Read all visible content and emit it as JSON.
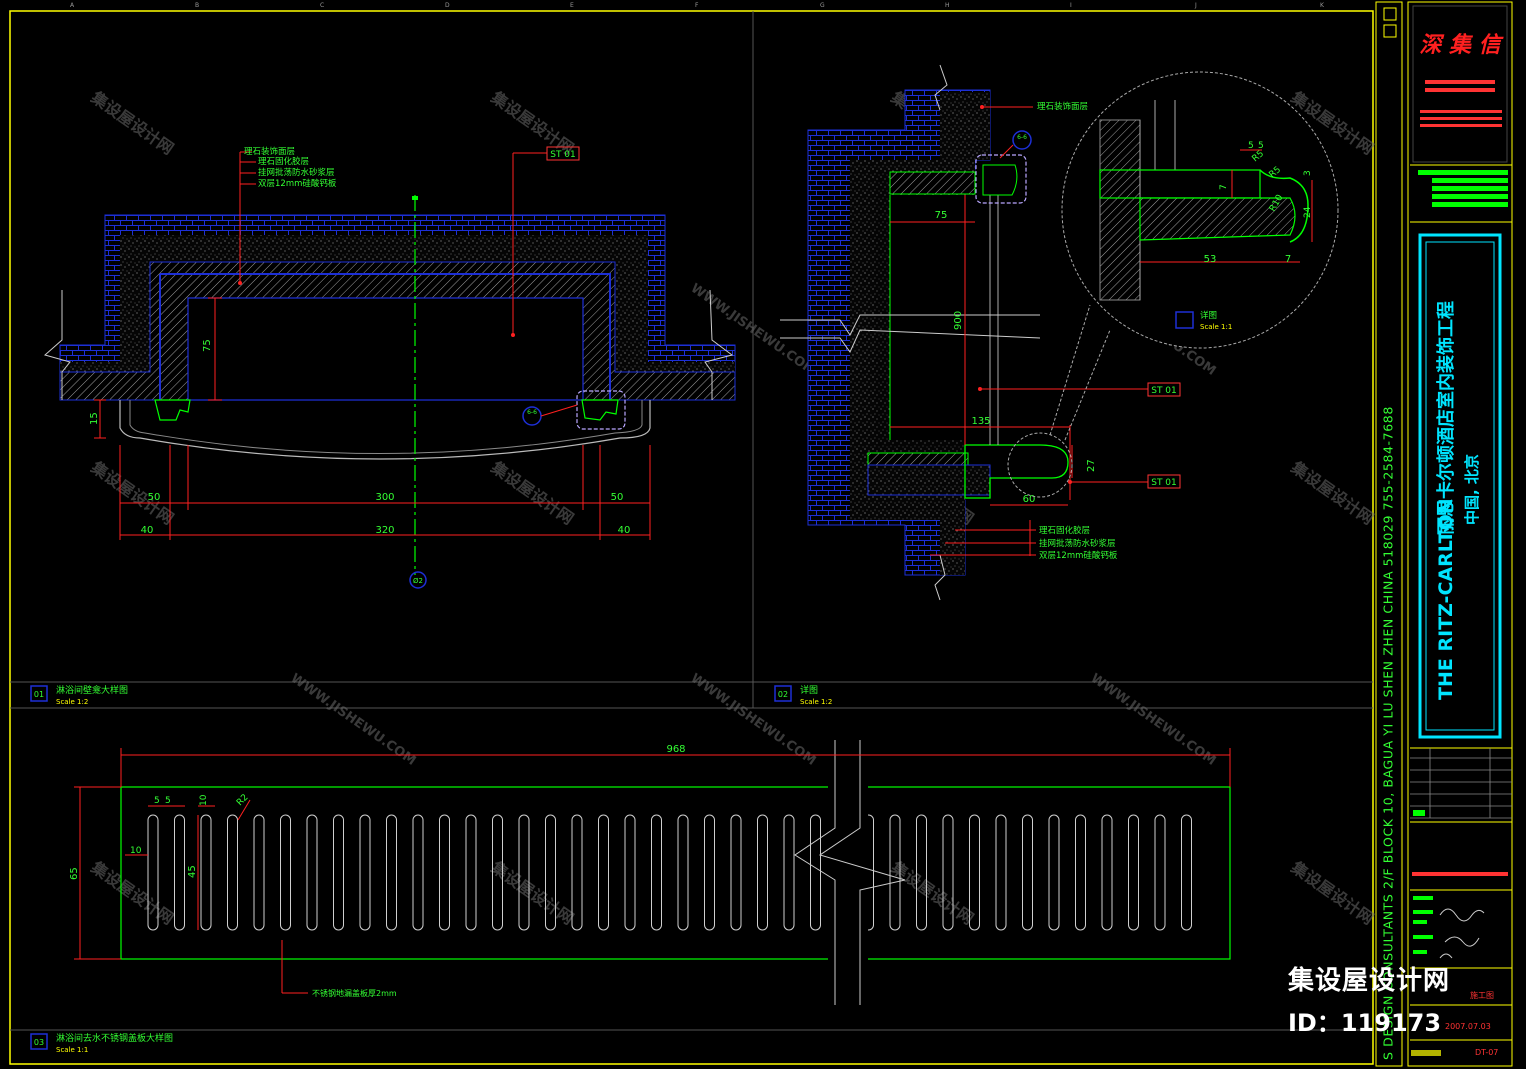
{
  "colors": {
    "background": "#000000",
    "frame": "#ffff00",
    "hatch_blue": "#1d2fd6",
    "line_green": "#00ff00",
    "leader_red": "#ff2020",
    "text_green": "#33ff33",
    "tag_red": "#ff3333",
    "title_cyan": "#00e5ff",
    "watermark": "#6b6b6b"
  },
  "watermark": {
    "cn": "集设屋设计网",
    "url": "WWW.JISHEWU.COM"
  },
  "brand": {
    "name": "集设屋设计网",
    "id": "ID：119173"
  },
  "grid_letters": [
    "A",
    "B",
    "C",
    "D",
    "E",
    "F",
    "G",
    "H",
    "I",
    "J",
    "K"
  ],
  "panel1": {
    "number": "01",
    "title": "淋浴间壁龛大样图",
    "scale": "Scale 1:2",
    "layers": [
      "理石装饰面层",
      "理石固化胶层",
      "挂网批荡防水砂浆层",
      "双层12mm硅酸钙板"
    ],
    "tag": "ST 01",
    "section_mark": "Ø2",
    "detail_mark": "6-6",
    "dims": {
      "d75": "75",
      "d15": "15",
      "d50a": "50",
      "d300": "300",
      "d50b": "50",
      "d40a": "40",
      "d320": "320",
      "d40b": "40"
    }
  },
  "panel2": {
    "number": "02",
    "title": "详图",
    "scale": "Scale 1:2",
    "top_label": "理石装饰面层",
    "bottom_layers": [
      "理石固化胶层",
      "挂网批荡防水砂浆层",
      "双层12mm硅酸钙板"
    ],
    "tag1": "ST 01",
    "tag2": "ST 01",
    "detail_mark": "6-6",
    "dims": {
      "d75": "75",
      "d900": "900",
      "d135": "135",
      "d27": "27",
      "d60": "60"
    },
    "detail": {
      "title": "详图",
      "scale": "Scale 1:1",
      "dims": {
        "d5a": "5",
        "d5b": "5",
        "r5a": "R5",
        "r5b": "R5",
        "d3": "3",
        "d7a": "7",
        "r10": "R10",
        "d24": "24",
        "d53": "53",
        "d7b": "7"
      }
    }
  },
  "panel3": {
    "number": "03",
    "title": "淋浴间去水不锈钢盖板大样图",
    "scale": "Scale 1:1",
    "note": "不锈钢地漏盖板厚2mm",
    "dims": {
      "d968": "968",
      "d5a": "5",
      "d5b": "5",
      "d10a": "10",
      "r2": "R2",
      "d10b": "10",
      "d65": "65",
      "d45": "45"
    }
  },
  "vertical_address": "S DESIGN CONSULTANTS 2/F BLOCK 10, BAGUA YI LU SHEN ZHEN CHINA 518029 755-2584-7688",
  "title_block": {
    "project_en": "THE RITZ-CARLTON",
    "project_cn": "丽思卡尔顿酒店室内装饰工程",
    "location": "中国, 北京",
    "date": "2007.07.03",
    "drawing_no": "DT-07",
    "stamp": "施工图"
  }
}
